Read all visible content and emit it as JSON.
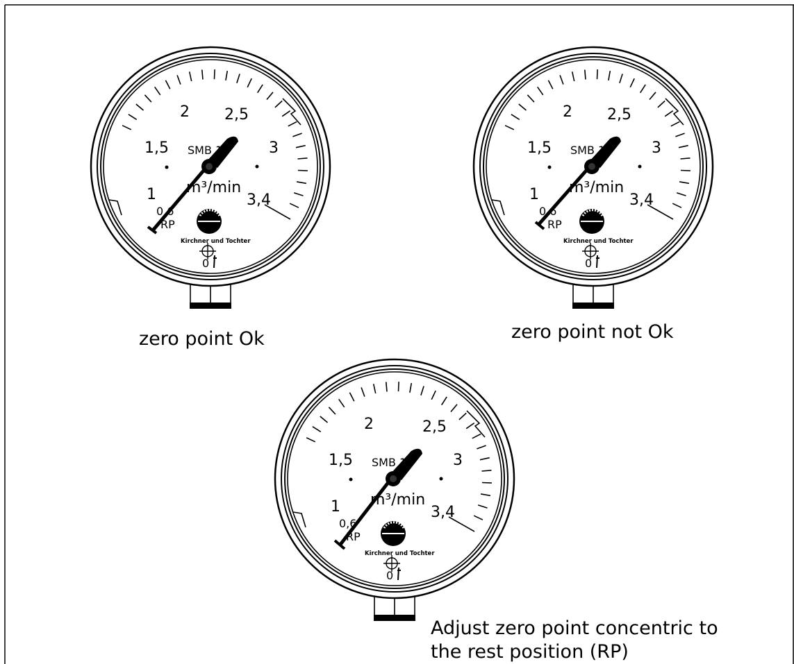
{
  "colors": {
    "line": "#000000",
    "background": "#ffffff"
  },
  "gauge": {
    "scale_labels": [
      "1",
      "1,5",
      "2",
      "2,5",
      "3",
      "3,4"
    ],
    "low_label": "0,6",
    "brand": "SMB",
    "brand_suffix": "1",
    "unit": "m³/min",
    "rest_position": "RP",
    "maker": "Kirchner und Tochter",
    "zero_mark": "0"
  },
  "gauges": [
    {
      "caption": "zero point Ok",
      "needle_state": "at rest position"
    },
    {
      "caption": "zero point not Ok",
      "needle_state": "offset from rest position"
    },
    {
      "caption_lines": [
        "Adjust zero point concentric to",
        "the rest position (RP)"
      ],
      "needle_state": "at rest position"
    }
  ]
}
